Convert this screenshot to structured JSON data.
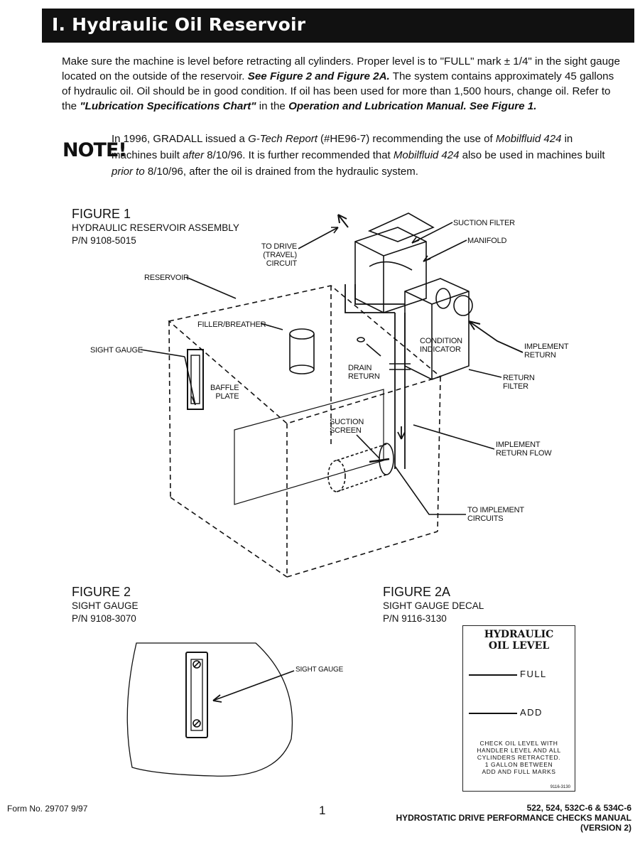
{
  "header": {
    "title": "I. Hydraulic Oil Reservoir"
  },
  "intro": {
    "t1": "Make sure the machine is level before retracting all cylinders. Proper level is to \"FULL\" mark ± 1/4\" in the sight gauge located on the outside of the reservoir. ",
    "t2": "See Figure 2 and Figure 2A.",
    "t3": " The system contains approximately 45 gallons of hydraulic oil. Oil should be in good condition. If oil has been used for more than 1,500 hours, change oil. Refer to the ",
    "t4": "\"Lubrication Specifications Chart\"",
    "t5": " in the ",
    "t6": "Operation and Lubrication Manual. See Figure 1."
  },
  "note": {
    "label": "NOTE!",
    "a": "In 1996, GRADALL issued a ",
    "b": "G-Tech Report",
    "c": " (#HE96-7) recommending the use of ",
    "d": "Mobilfluid 424",
    "e": " in machines built ",
    "f": "after",
    "g": " 8/10/96. It is further recommended that ",
    "h": "Mobilfluid 424",
    "i": " also be used in machines built ",
    "j": "prior to",
    "k": " 8/10/96, after the oil is drained from the hydraulic system."
  },
  "figure1": {
    "title": "FIGURE 1",
    "subtitle": "HYDRAULIC RESERVOIR ASSEMBLY",
    "pn": "P/N 9108-5015",
    "labels": {
      "to_drive_1": "TO DRIVE",
      "to_drive_2": "(TRAVEL) CIRCUIT",
      "suction_filter": "SUCTION FILTER",
      "manifold": "MANIFOLD",
      "reservoir": "RESERVOIR",
      "filler": "FILLER/BREATHER",
      "sight_gauge": "SIGHT GAUGE",
      "condition_1": "CONDITION",
      "condition_2": "INDICATOR",
      "implement_return_1": "IMPLEMENT",
      "implement_return_2": "RETURN",
      "drain_1": "DRAIN",
      "drain_2": "RETURN",
      "return_filter_1": "RETURN",
      "return_filter_2": "FILTER",
      "baffle_1": "BAFFLE",
      "baffle_2": "PLATE",
      "suction_screen_1": "SUCTION",
      "suction_screen_2": "SCREEN",
      "impl_flow_1": "IMPLEMENT",
      "impl_flow_2": "RETURN FLOW",
      "to_impl_1": "TO IMPLEMENT",
      "to_impl_2": "CIRCUITS"
    }
  },
  "figure2": {
    "title": "FIGURE 2",
    "subtitle": "SIGHT GAUGE",
    "pn": "P/N 9108-3070",
    "label": "SIGHT GAUGE"
  },
  "figure2a": {
    "title": "FIGURE 2A",
    "subtitle": "SIGHT GAUGE DECAL",
    "pn": "P/N 9116-3130",
    "decal_title_1": "HYDRAULIC",
    "decal_title_2": "OIL LEVEL",
    "full": "FULL",
    "add": "ADD",
    "check_1": "CHECK OIL LEVEL WITH",
    "check_2": "HANDLER LEVEL AND ALL",
    "check_3": "CYLINDERS RETRACTED.",
    "check_4": "1 GALLON BETWEEN",
    "check_5": "ADD AND FULL MARKS",
    "decal_pn": "9116-3130"
  },
  "footer": {
    "form": "Form No. 29707 9/97",
    "page": "1",
    "right_1": "522, 524, 532C-6 & 534C-6",
    "right_2": "HYDROSTATIC DRIVE PERFORMANCE CHECKS MANUAL",
    "right_3": "(VERSION 2)"
  }
}
